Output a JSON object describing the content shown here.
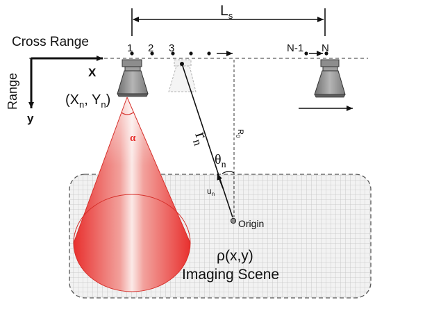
{
  "labels": {
    "ls_main": "L",
    "ls_sub": "s",
    "cross_range": "Cross Range",
    "range": "Range",
    "x_axis": "X",
    "y_axis": "y",
    "pos_1": "1",
    "pos_2": "2",
    "pos_3": "3",
    "pos_n_minus_1": "N-1",
    "pos_n": "N",
    "coord_open": "(X",
    "coord_n1": "n",
    "coord_comma": ", Y",
    "coord_n2": "n",
    "coord_close": ")",
    "alpha": "α",
    "r_main": "r",
    "r_sub": "n",
    "theta_main": "θ",
    "theta_sub": "n",
    "r0_main": "R",
    "r0_sub": "0",
    "u_main": "u",
    "u_sub": "n",
    "origin": "Origin",
    "rho": "ρ(x,y)",
    "scene": "Imaging Scene"
  },
  "colors": {
    "beam": "#e8302e",
    "beam_light": "#f5b5b0",
    "antenna_body": "#8a8a8a",
    "antenna_light": "#bdbdbd",
    "grid_fill": "#f0f0f0",
    "grid_line": "#c4c4c4",
    "ghost": "#9a9a9a"
  },
  "icons": {
    "antenna": "radar-horn-antenna-icon"
  }
}
